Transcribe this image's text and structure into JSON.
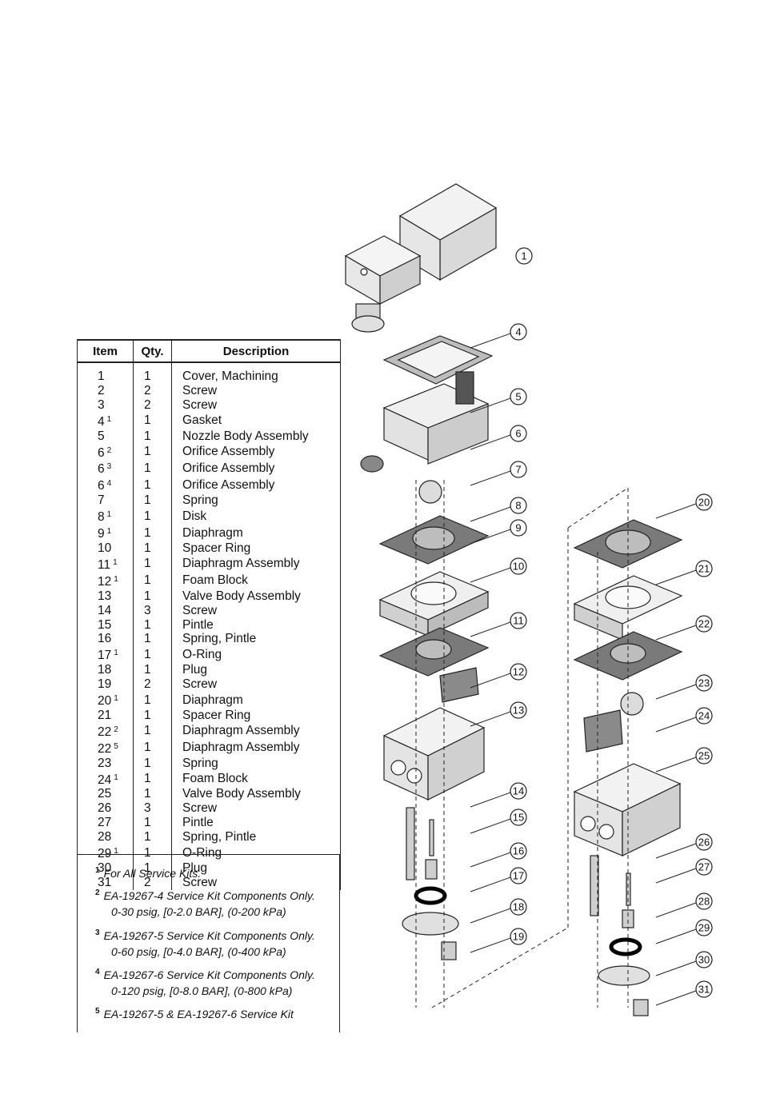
{
  "table": {
    "headers": {
      "item": "Item",
      "qty": "Qty.",
      "description": "Description"
    },
    "rows": [
      {
        "item": "1",
        "sup": "",
        "qty": "1",
        "desc": "Cover, Machining"
      },
      {
        "item": "2",
        "sup": "",
        "qty": "2",
        "desc": "Screw"
      },
      {
        "item": "3",
        "sup": "",
        "qty": "2",
        "desc": "Screw"
      },
      {
        "item": "4",
        "sup": "1",
        "qty": "1",
        "desc": "Gasket"
      },
      {
        "item": "5",
        "sup": "",
        "qty": "1",
        "desc": "Nozzle Body Assembly"
      },
      {
        "item": "6",
        "sup": "2",
        "qty": "1",
        "desc": "Orifice Assembly"
      },
      {
        "item": "6",
        "sup": "3",
        "qty": "1",
        "desc": "Orifice Assembly"
      },
      {
        "item": "6",
        "sup": "4",
        "qty": "1",
        "desc": "Orifice Assembly"
      },
      {
        "item": "7",
        "sup": "",
        "qty": "1",
        "desc": "Spring"
      },
      {
        "item": "8",
        "sup": "1",
        "qty": "1",
        "desc": "Disk"
      },
      {
        "item": "9",
        "sup": "1",
        "qty": "1",
        "desc": "Diaphragm"
      },
      {
        "item": "10",
        "sup": "",
        "qty": "1",
        "desc": "Spacer Ring"
      },
      {
        "item": "11",
        "sup": "1",
        "qty": "1",
        "desc": "Diaphragm Assembly"
      },
      {
        "item": "12",
        "sup": "1",
        "qty": "1",
        "desc": "Foam Block"
      },
      {
        "item": "13",
        "sup": "",
        "qty": "1",
        "desc": "Valve Body Assembly"
      },
      {
        "item": "14",
        "sup": "",
        "qty": "3",
        "desc": "Screw"
      },
      {
        "item": "15",
        "sup": "",
        "qty": "1",
        "desc": "Pintle"
      },
      {
        "item": "16",
        "sup": "",
        "qty": "1",
        "desc": "Spring, Pintle"
      },
      {
        "item": "17",
        "sup": "1",
        "qty": "1",
        "desc": "O-Ring"
      },
      {
        "item": "18",
        "sup": "",
        "qty": "1",
        "desc": "Plug"
      },
      {
        "item": "19",
        "sup": "",
        "qty": "2",
        "desc": "Screw"
      },
      {
        "item": "20",
        "sup": "1",
        "qty": "1",
        "desc": "Diaphragm"
      },
      {
        "item": "21",
        "sup": "",
        "qty": "1",
        "desc": "Spacer Ring"
      },
      {
        "item": "22",
        "sup": "2",
        "qty": "1",
        "desc": "Diaphragm Assembly"
      },
      {
        "item": "22",
        "sup": "5",
        "qty": "1",
        "desc": "Diaphragm Assembly"
      },
      {
        "item": "23",
        "sup": "",
        "qty": "1",
        "desc": "Spring"
      },
      {
        "item": "24",
        "sup": "1",
        "qty": "1",
        "desc": "Foam Block"
      },
      {
        "item": "25",
        "sup": "",
        "qty": "1",
        "desc": "Valve Body Assembly"
      },
      {
        "item": "26",
        "sup": "",
        "qty": "3",
        "desc": "Screw"
      },
      {
        "item": "27",
        "sup": "",
        "qty": "1",
        "desc": "Pintle"
      },
      {
        "item": "28",
        "sup": "",
        "qty": "1",
        "desc": "Spring, Pintle"
      },
      {
        "item": "29",
        "sup": "1",
        "qty": "1",
        "desc": "O-Ring"
      },
      {
        "item": "30",
        "sup": "",
        "qty": "1",
        "desc": "Plug"
      },
      {
        "item": "31",
        "sup": "",
        "qty": "2",
        "desc": "Screw"
      }
    ]
  },
  "notes": [
    {
      "mark": "1",
      "line1": "For All Service Kits.",
      "line2": ""
    },
    {
      "mark": "2",
      "line1": "EA-19267-4 Service Kit Components Only.",
      "line2": "0-30 psig, [0-2.0 BAR], (0-200 kPa)"
    },
    {
      "mark": "3",
      "line1": "EA-19267-5 Service Kit Components Only.",
      "line2": "0-60 psig, [0-4.0 BAR], (0-400 kPa)"
    },
    {
      "mark": "4",
      "line1": "EA-19267-6 Service Kit Components Only.",
      "line2": "0-120 psig, [0-8.0 BAR], (0-800 kPa)"
    },
    {
      "mark": "5",
      "line1": "EA-19267-5 & EA-19267-6 Service Kit",
      "line2": ""
    }
  ],
  "diagram": {
    "callouts": [
      "1",
      "4",
      "5",
      "6",
      "7",
      "8",
      "9",
      "10",
      "11",
      "12",
      "13",
      "14",
      "15",
      "16",
      "17",
      "18",
      "19",
      "20",
      "21",
      "22",
      "23",
      "24",
      "25",
      "26",
      "27",
      "28",
      "29",
      "30",
      "31"
    ]
  }
}
